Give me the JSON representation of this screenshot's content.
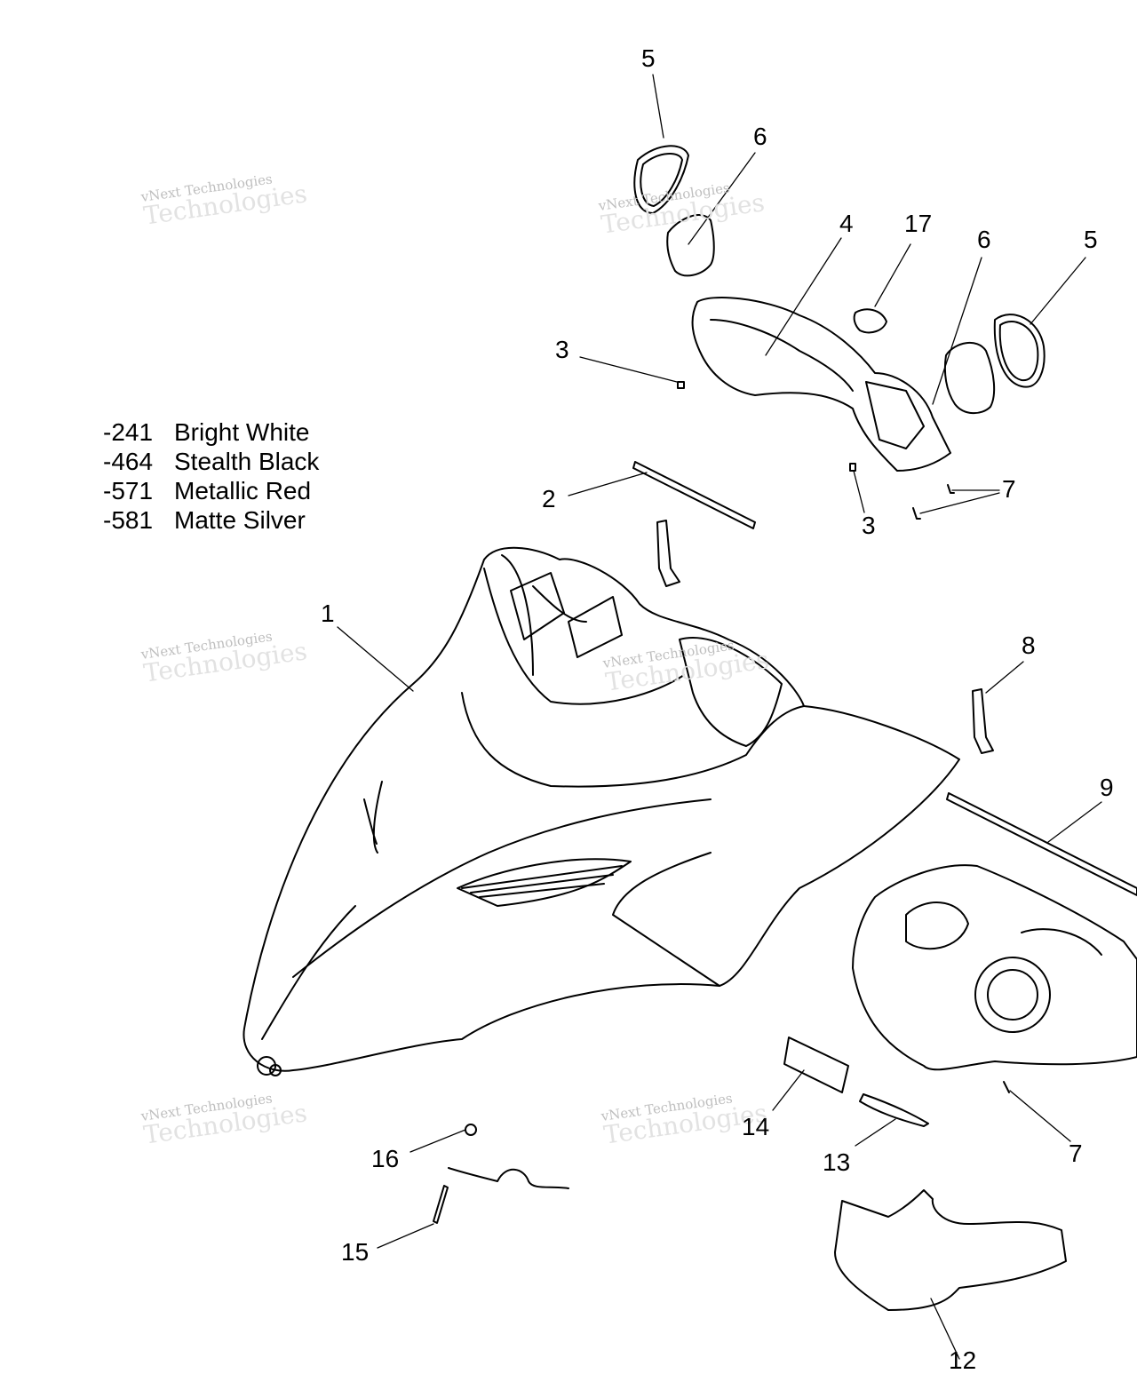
{
  "callouts": [
    {
      "id": "c5a",
      "label": "5"
    },
    {
      "id": "c6a",
      "label": "6"
    },
    {
      "id": "c4",
      "label": "4"
    },
    {
      "id": "c17",
      "label": "17"
    },
    {
      "id": "c6b",
      "label": "6"
    },
    {
      "id": "c5b",
      "label": "5"
    },
    {
      "id": "c3a",
      "label": "3"
    },
    {
      "id": "c3b",
      "label": "3"
    },
    {
      "id": "c2",
      "label": "2"
    },
    {
      "id": "c7a",
      "label": "7"
    },
    {
      "id": "c1",
      "label": "1"
    },
    {
      "id": "c8",
      "label": "8"
    },
    {
      "id": "c9",
      "label": "9"
    },
    {
      "id": "c14",
      "label": "14"
    },
    {
      "id": "c13",
      "label": "13"
    },
    {
      "id": "c16",
      "label": "16"
    },
    {
      "id": "c15",
      "label": "15"
    },
    {
      "id": "c7b",
      "label": "7"
    },
    {
      "id": "c12",
      "label": "12"
    }
  ],
  "legend": [
    {
      "code": "-241",
      "name": "Bright White"
    },
    {
      "code": "-464",
      "name": "Stealth Black"
    },
    {
      "code": "-571",
      "name": "Metallic Red"
    },
    {
      "code": "-581",
      "name": "Matte Silver"
    }
  ],
  "watermark": {
    "line1": "vNext Technologies",
    "line2": "Technologies"
  }
}
